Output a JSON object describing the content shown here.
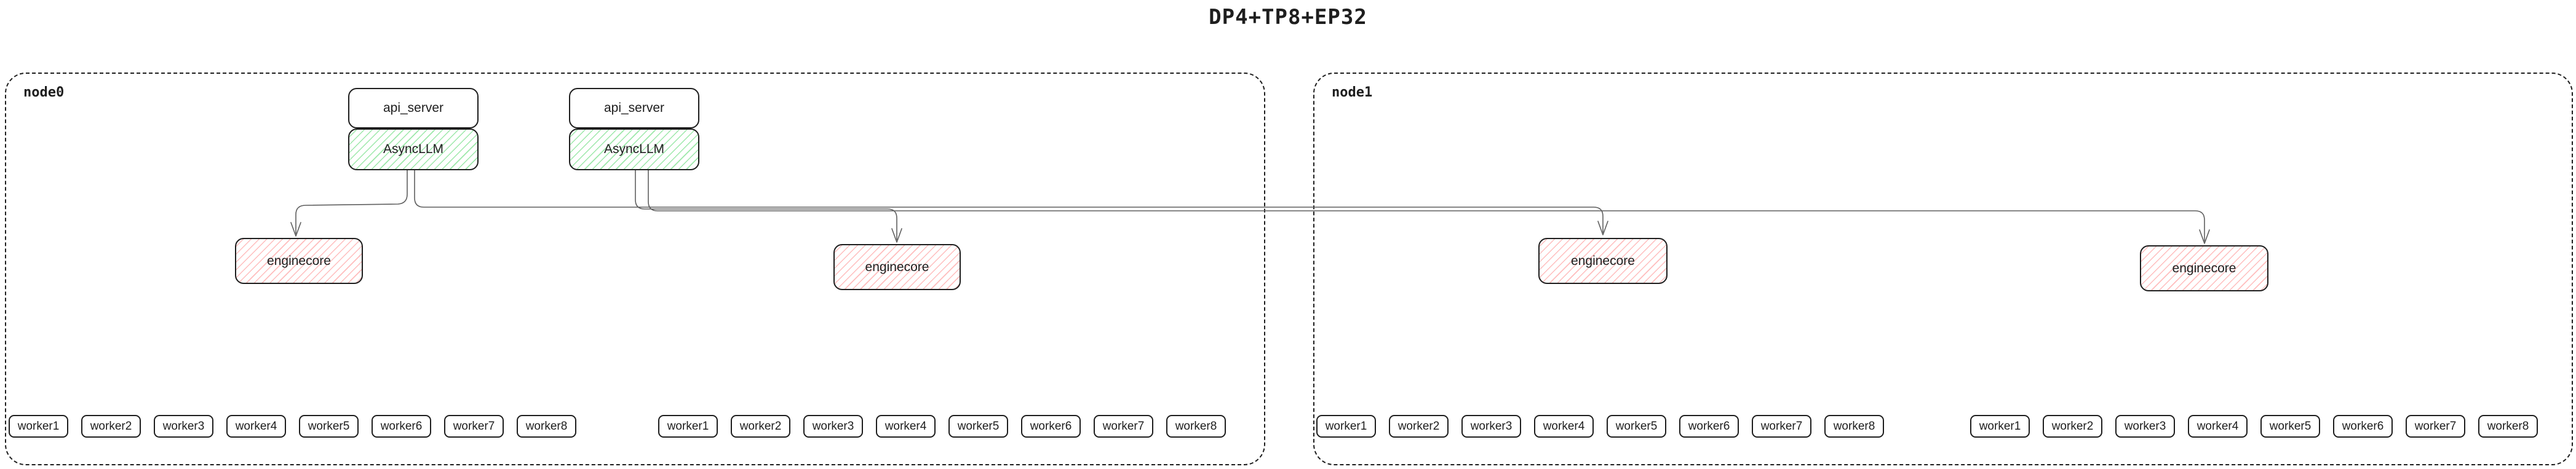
{
  "title": "DP4+TP8+EP32",
  "colors": {
    "border": "#1e1e1e",
    "asyncllm_hatch": "#69db7c",
    "enginecore_hatch": "#ff8787",
    "connector": "#5f5f5f",
    "background": "#ffffff"
  },
  "nodes": [
    {
      "label": "node0",
      "servers": [
        {
          "api": "api_server",
          "llm": "AsyncLLM"
        },
        {
          "api": "api_server",
          "llm": "AsyncLLM"
        }
      ],
      "enginecores": [
        "enginecore",
        "enginecore"
      ],
      "worker_groups": [
        [
          "worker1",
          "worker2",
          "worker3",
          "worker4",
          "worker5",
          "worker6",
          "worker7",
          "worker8"
        ],
        [
          "worker1",
          "worker2",
          "worker3",
          "worker4",
          "worker5",
          "worker6",
          "worker7",
          "worker8"
        ]
      ]
    },
    {
      "label": "node1",
      "enginecores": [
        "enginecore",
        "enginecore"
      ],
      "worker_groups": [
        [
          "worker1",
          "worker2",
          "worker3",
          "worker4",
          "worker5",
          "worker6",
          "worker7",
          "worker8"
        ],
        [
          "worker1",
          "worker2",
          "worker3",
          "worker4",
          "worker5",
          "worker6",
          "worker7",
          "worker8"
        ]
      ]
    }
  ],
  "edges": [
    {
      "from": "node0.AsyncLLM.1",
      "to": "node0.enginecore.1"
    },
    {
      "from": "node0.AsyncLLM.1",
      "to": "node1.enginecore.1"
    },
    {
      "from": "node0.AsyncLLM.2",
      "to": "node0.enginecore.2"
    },
    {
      "from": "node0.AsyncLLM.2",
      "to": "node1.enginecore.2"
    }
  ]
}
